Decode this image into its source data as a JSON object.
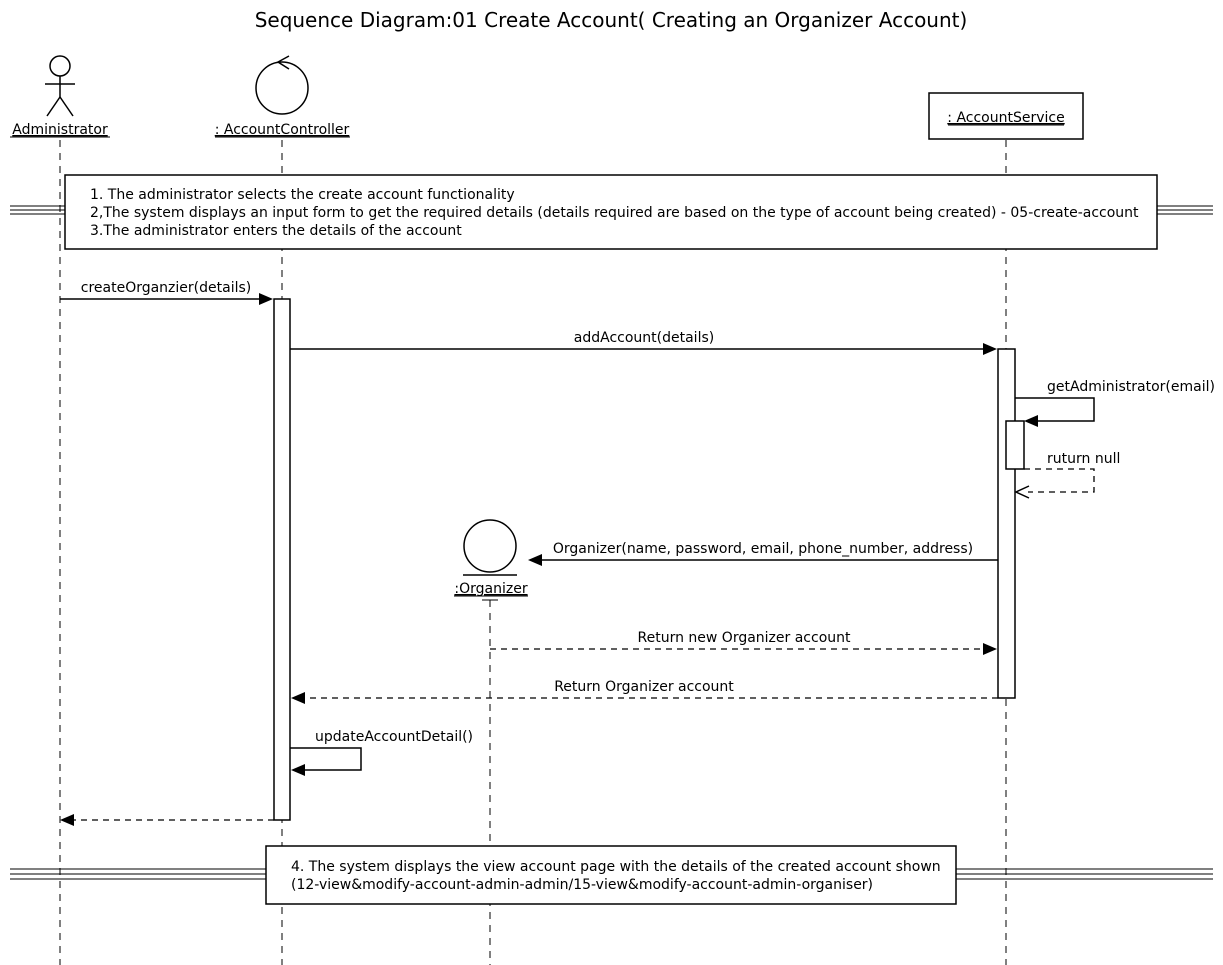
{
  "title": "Sequence Diagram:01 Create Account( Creating an Organizer Account)",
  "participants": {
    "administrator": " Administrator",
    "controller": ": AccountController",
    "service": ": AccountService",
    "organizer": ":Organizer"
  },
  "notes": {
    "first": [
      "1. The administrator selects the create account functionality",
      "2,The system displays an input form to get the required details (details required are based on the type of account being created) - 05-create-account",
      "3.The administrator enters the details of the account"
    ],
    "last": [
      "4. The system displays the view account page with the details of the created account shown",
      "(12-view&modify-account-admin-admin/15-view&modify-account-admin-organiser)"
    ]
  },
  "messages": {
    "create_organizer": "createOrganzier(details)",
    "add_account": "addAccount(details)",
    "get_administrator": "getAdministrator(email)",
    "return_null": "ruturn null",
    "organizer_ctor": "Organizer(name, password, email, phone_number, address)",
    "return_new_organizer": "Return new Organizer account",
    "return_organizer": "Return Organizer account",
    "update_account_detail": "updateAccountDetail()"
  }
}
